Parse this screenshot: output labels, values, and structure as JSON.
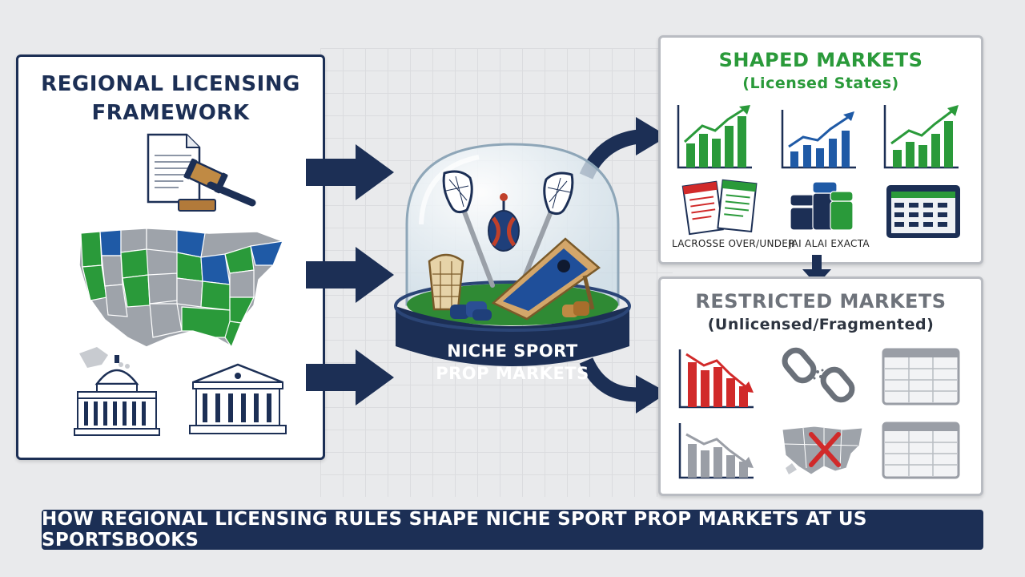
{
  "left_panel": {
    "title_line1": "REGIONAL LICENSING",
    "title_line2": "FRAMEWORK",
    "icons": [
      "document-icon",
      "gavel-icon",
      "us-map-icon",
      "capitol-building-icon",
      "courthouse-icon"
    ]
  },
  "center": {
    "label_line1": "NICHE SPORT",
    "label_line2": "PROP MARKETS",
    "icons": [
      "glass-dome-icon",
      "lacrosse-stick-icon",
      "jai-alai-cesta-icon",
      "cornhole-board-icon"
    ]
  },
  "shaped_markets": {
    "title": "SHAPED MARKETS",
    "subtitle": "(Licensed States)",
    "label_lacrosse": "LACROSSE OVER/UNDER",
    "label_jai_alai": "JAI ALAI EXACTA",
    "colors": {
      "title": "#2a9a3a",
      "bars_green": "#2a9a3a",
      "bars_blue": "#1f5aa6"
    }
  },
  "restricted_markets": {
    "title": "RESTRICTED MARKETS",
    "subtitle": "(Unlicensed/Fragmented)",
    "colors": {
      "title": "#6e737b",
      "bars_red": "#d12a2a",
      "bars_grey": "#9a9ea6"
    }
  },
  "banner": {
    "text": "HOW REGIONAL LICENSING RULES SHAPE NICHE SPORT PROP MARKETS AT US SPORTSBOOKS"
  },
  "colors": {
    "navy": "#1c2f55",
    "background": "#e9eaec"
  }
}
